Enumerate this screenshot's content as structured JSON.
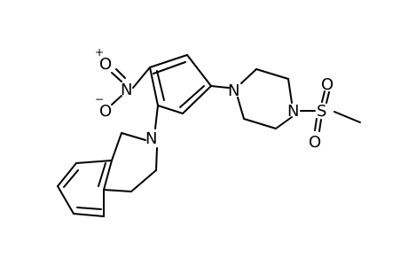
{
  "structure": {
    "atom_labels": {
      "n_nitro": "N",
      "n_nitro_charge": "+",
      "o_nitro_top": "O",
      "o_nitro_bottom": "O",
      "o_nitro_bottom_charge": "−",
      "n_isoquinoline": "N",
      "n_piperazine_1": "N",
      "n_piperazine_4": "N",
      "s_sulfonyl": "S",
      "o_sulfonyl_top": "O",
      "o_sulfonyl_bottom": "O"
    }
  }
}
